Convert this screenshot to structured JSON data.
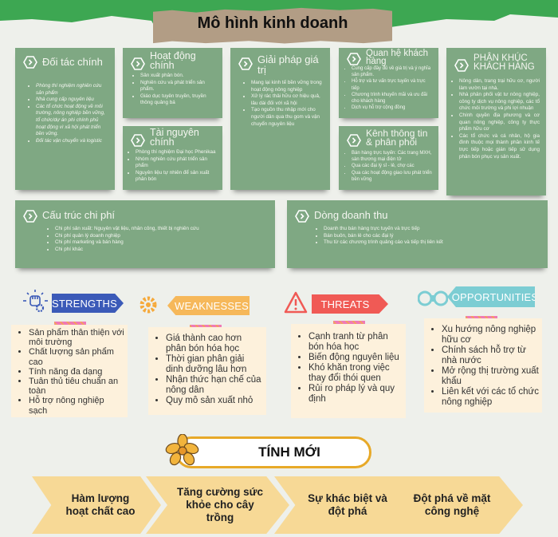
{
  "header": {
    "title": "Mô hình kinh doanh"
  },
  "canvas": {
    "key_partners": {
      "title": "Đối tác chính",
      "items": [
        "Phòng thí nghiệm nghiên cứu sản phẩm",
        "Nhà cung cấp nguyên liệu",
        "Các tổ chức hoạt động về môi trường, nông nghiệp bền vững, tổ chức/dự án phi chính phủ hoạt động vì xã hội phát triển bền vững.",
        "Đối tác vận chuyển và logistic"
      ]
    },
    "key_activities": {
      "title": "Hoạt động chính",
      "items": [
        "Sản xuất phân bón.",
        "Nghiên cứu và phát triển sản phẩm.",
        "Giáo dục tuyên truyền, truyền thông quảng bá"
      ]
    },
    "key_resources": {
      "title": "Tài nguyên chính",
      "items": [
        "Phòng thí nghiệm Đại học Phenikaa",
        "Nhóm nghiên cứu phát triển sản phẩm",
        "Nguyên liệu tự nhiên để sản xuất phân bón"
      ]
    },
    "value_propositions": {
      "title": "Giải pháp giá trị",
      "items": [
        "Mang lại kinh tế bền vững trong hoạt động nông nghiệp",
        "Xử lý rác thải hữu cơ hiệu quả, lâu dài đối với xã hội",
        "Tạo nguồn thu nhập mới cho người dân qua thu gom và vận chuyển nguyên liệu"
      ]
    },
    "customer_relationships": {
      "title": "Quan hệ khách hàng",
      "items": [
        "Cung cấp đầy đủ về giá trị và ý nghĩa sản phẩm.",
        "Hỗ trợ và tư vấn trực tuyến và trực tiếp",
        "Chương trình khuyến mãi và ưu đãi cho khách hàng",
        "Dịch vụ hỗ trợ cộng đồng"
      ]
    },
    "channels": {
      "title": "Kênh thông tin & phân phối",
      "items": [
        "Bán hàng trực tuyến: Các trang MXH, sàn thương mại điện tử",
        "Qua các đại lý sỉ - lẻ, chợ các",
        "Qua các hoạt động giao lưu phát triển bền vững"
      ]
    },
    "customer_segments": {
      "title": "PHÂN KHÚC KHÁCH HÀNG",
      "items": [
        "Nông dân, trang trại hữu cơ, người làm vườn tại nhà.",
        "Nhà phân phối vật tư nông nghiệp, công ty dịch vụ nông nghiệp, các tổ chức môi trường và phi lợi nhuận",
        "Chính quyền địa phương và cơ quan nông nghiệp, công ty thực phẩm hữu cơ",
        "Các tổ chức và cá nhân, hộ gia đình thuộc mọi thành phần kinh tế trực tiếp hoặc gián tiếp sử dụng phân bón phục vụ sản xuất."
      ]
    },
    "cost_structure": {
      "title": "Cấu trúc chi phí",
      "items": [
        "Chi phí sản xuất: Nguyên vật liệu, nhân công, thiết bị nghiên cứu",
        "Chi phí quản lý doanh nghiệp",
        "Chi phí marketing và bán hàng",
        "Chi phí khác"
      ]
    },
    "revenue_streams": {
      "title": "Dòng doanh thu",
      "items": [
        "Doanh thu bán hàng trực tuyến và trực tiếp",
        "Bán buôn, bán lẻ cho các đại lý",
        "Thu từ các chương trình quảng cáo và tiếp thị liên kết"
      ]
    }
  },
  "swot": {
    "strengths": {
      "label": "STRENGTHS",
      "color": "#3b5ab8",
      "icon": "fist-gear-icon",
      "items": [
        "Sản phẩm thân thiện với môi trường",
        "Chất lượng sản phẩm cao",
        "Tính năng đa dạng",
        "Tuân thủ tiêu chuẩn an toàn",
        "Hỗ trợ nông nghiệp sạch"
      ]
    },
    "weaknesses": {
      "label": "WEAKNESSES",
      "color": "#f6b85a",
      "icon": "gear-icon",
      "items": [
        "Giá thành cao hơn phân bón hóa học",
        "Thời gian phân giải dinh dưỡng lâu hơn",
        "Nhận thức hạn chế của nông dân",
        "Quy mô sản xuất nhỏ"
      ]
    },
    "threats": {
      "label": "THREATS",
      "color": "#f05a55",
      "icon": "warning-icon",
      "items": [
        "Cạnh tranh từ phân bón hóa học",
        "Biến động nguyên liệu",
        "Khó khăn trong việc thay đổi thói quen",
        "Rủi ro pháp lý và quy định"
      ]
    },
    "opportunities": {
      "label": "OPPORTUNITIES",
      "color": "#7ccdd3",
      "icon": "binoculars-icon",
      "items": [
        "Xu hướng nông nghiệp hữu cơ",
        "Chính sách hỗ trợ từ nhà nước",
        "Mở rộng thị trường xuất khẩu",
        "Liên kết với các tổ chức nông nghiệp"
      ]
    }
  },
  "novelty": {
    "title": "TÍNH MỚI",
    "accent": "#e7a928",
    "steps": [
      "Hàm lượng hoạt chất cao",
      "Tăng cường sức khỏe cho cây trồng",
      "Sự khác biệt và đột phá",
      "Đột phá về mặt công nghệ"
    ]
  }
}
